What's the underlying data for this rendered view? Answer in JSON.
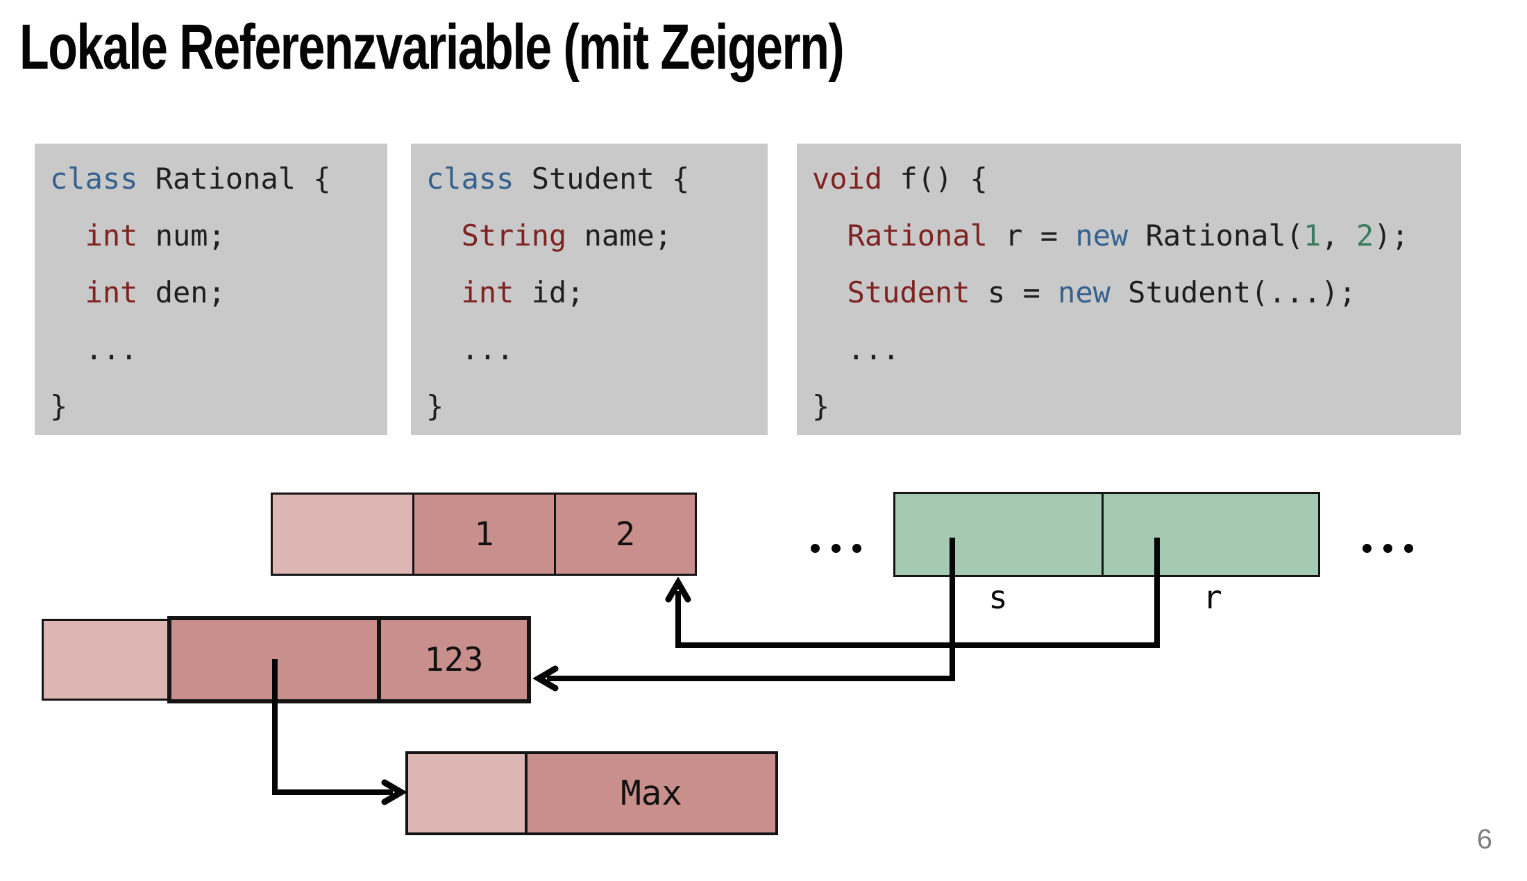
{
  "title": "Lokale Referenzvariable (mit Zeigern)",
  "page_number": "6",
  "colors": {
    "code_background": "#c9c9c9",
    "keyword_blue": "#35618e",
    "type_red": "#7e2321",
    "number_green": "#3b7c61",
    "heap_cell_light": "#dcb6b3",
    "heap_cell_dark": "#c98f8c",
    "stack_cell_green": "#a5c9b1",
    "page_number_gray": "#7f7f7f"
  },
  "code_blocks": {
    "rational": {
      "lines": [
        [
          {
            "t": "class",
            "c": "blue"
          },
          {
            "t": " Rational {",
            "c": "plain"
          }
        ],
        [
          {
            "t": "  ",
            "c": "plain"
          },
          {
            "t": "int",
            "c": "red"
          },
          {
            "t": " num;",
            "c": "plain"
          }
        ],
        [
          {
            "t": "  ",
            "c": "plain"
          },
          {
            "t": "int",
            "c": "red"
          },
          {
            "t": " den;",
            "c": "plain"
          }
        ],
        [
          {
            "t": "  ...",
            "c": "plain"
          }
        ],
        [
          {
            "t": "}",
            "c": "plain"
          }
        ]
      ]
    },
    "student": {
      "lines": [
        [
          {
            "t": "class",
            "c": "blue"
          },
          {
            "t": " Student {",
            "c": "plain"
          }
        ],
        [
          {
            "t": "  ",
            "c": "plain"
          },
          {
            "t": "String",
            "c": "red"
          },
          {
            "t": " name;",
            "c": "plain"
          }
        ],
        [
          {
            "t": "  ",
            "c": "plain"
          },
          {
            "t": "int",
            "c": "red"
          },
          {
            "t": " id;",
            "c": "plain"
          }
        ],
        [
          {
            "t": "  ...",
            "c": "plain"
          }
        ],
        [
          {
            "t": "}",
            "c": "plain"
          }
        ]
      ]
    },
    "f": {
      "lines": [
        [
          {
            "t": "void",
            "c": "red"
          },
          {
            "t": " f() {",
            "c": "plain"
          }
        ],
        [
          {
            "t": "  ",
            "c": "plain"
          },
          {
            "t": "Rational",
            "c": "red"
          },
          {
            "t": " r = ",
            "c": "plain"
          },
          {
            "t": "new",
            "c": "blue"
          },
          {
            "t": " Rational(",
            "c": "plain"
          },
          {
            "t": "1",
            "c": "green"
          },
          {
            "t": ", ",
            "c": "plain"
          },
          {
            "t": "2",
            "c": "green"
          },
          {
            "t": ");",
            "c": "plain"
          }
        ],
        [
          {
            "t": "  ",
            "c": "plain"
          },
          {
            "t": "Student",
            "c": "red"
          },
          {
            "t": " s = ",
            "c": "plain"
          },
          {
            "t": "new",
            "c": "blue"
          },
          {
            "t": " Student(...);",
            "c": "plain"
          }
        ],
        [
          {
            "t": "  ...",
            "c": "plain"
          }
        ],
        [
          {
            "t": "}",
            "c": "plain"
          }
        ]
      ]
    }
  },
  "diagram": {
    "rational_object": {
      "cells": [
        "",
        "1",
        "2"
      ]
    },
    "student_object": {
      "cells": [
        "",
        "",
        "123"
      ]
    },
    "string_object": {
      "cells": [
        "",
        "Max"
      ]
    },
    "stack": {
      "labels": [
        "s",
        "r"
      ]
    },
    "ellipsis_left": "...",
    "ellipsis_right": "..."
  }
}
